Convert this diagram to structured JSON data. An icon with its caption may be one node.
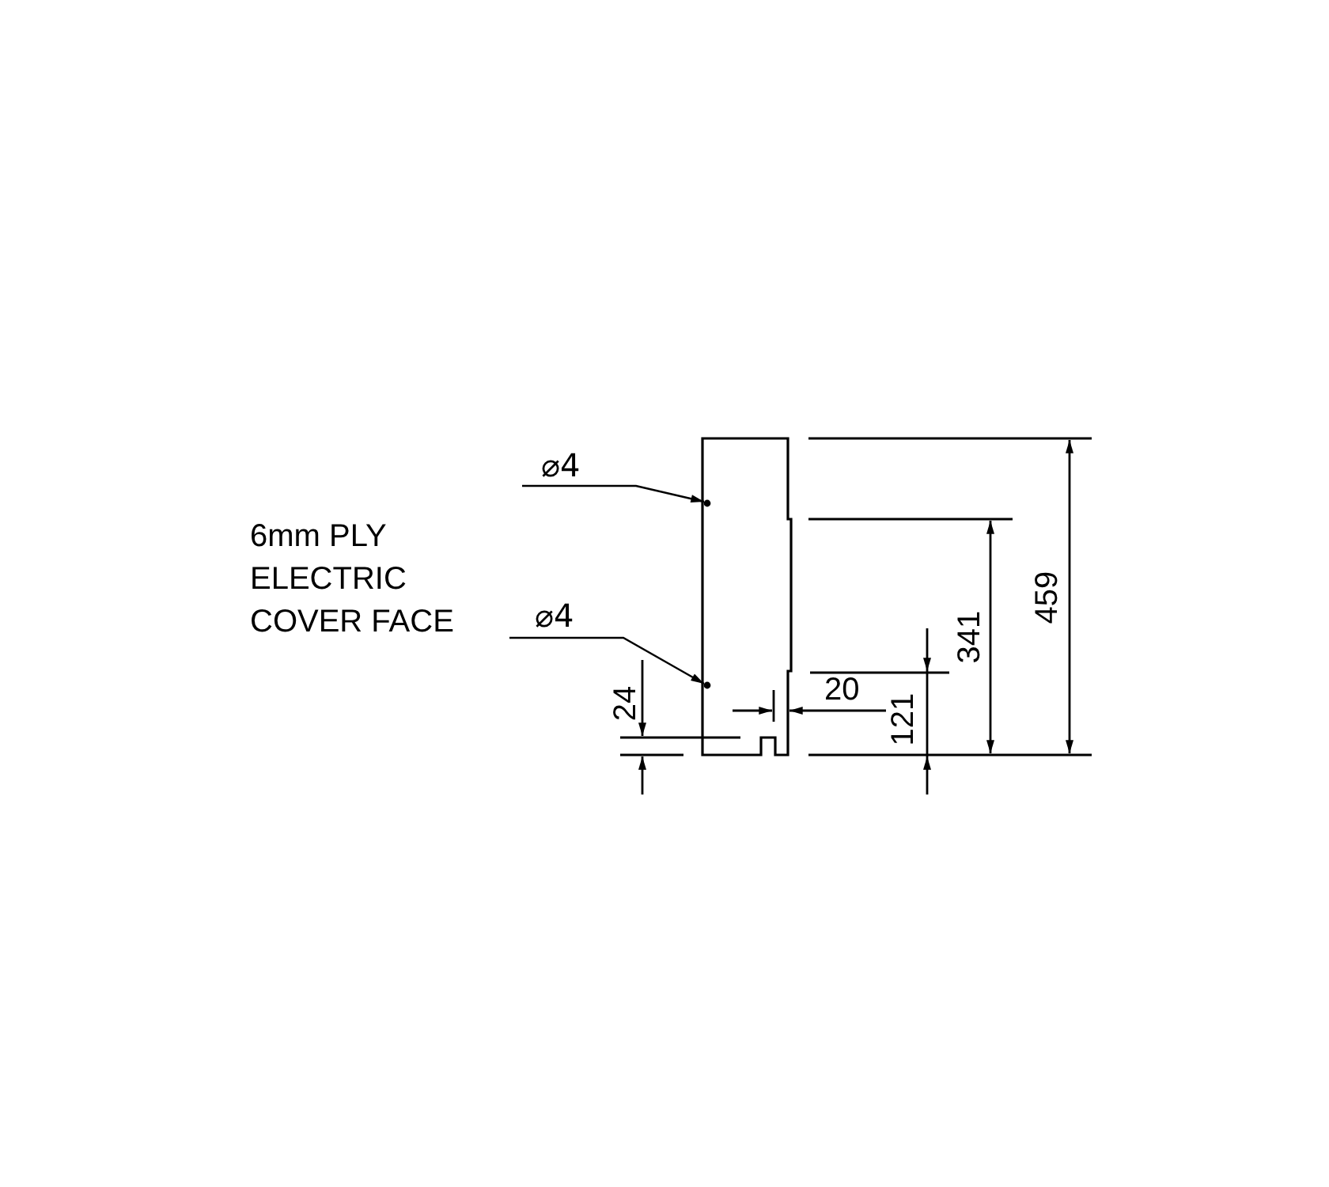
{
  "diagram": {
    "nodes": [
      {
        "text": [
          "⌀4"
        ]
      },
      {
        "text": [],
        "shape": "circle"
      },
      {
        "text": [
          "⌀4"
        ]
      },
      {
        "text": [],
        "shape": "circle"
      }
    ],
    "edges": [
      {
        "from": 0,
        "to": 1,
        "arrow": "to"
      },
      {
        "from": 2,
        "to": 3,
        "arrow": "to"
      }
    ],
    "labels": [
      "6mm PLY ELECTRIC COVER FACE",
      "459",
      "341",
      "24",
      "20",
      "121"
    ]
  }
}
